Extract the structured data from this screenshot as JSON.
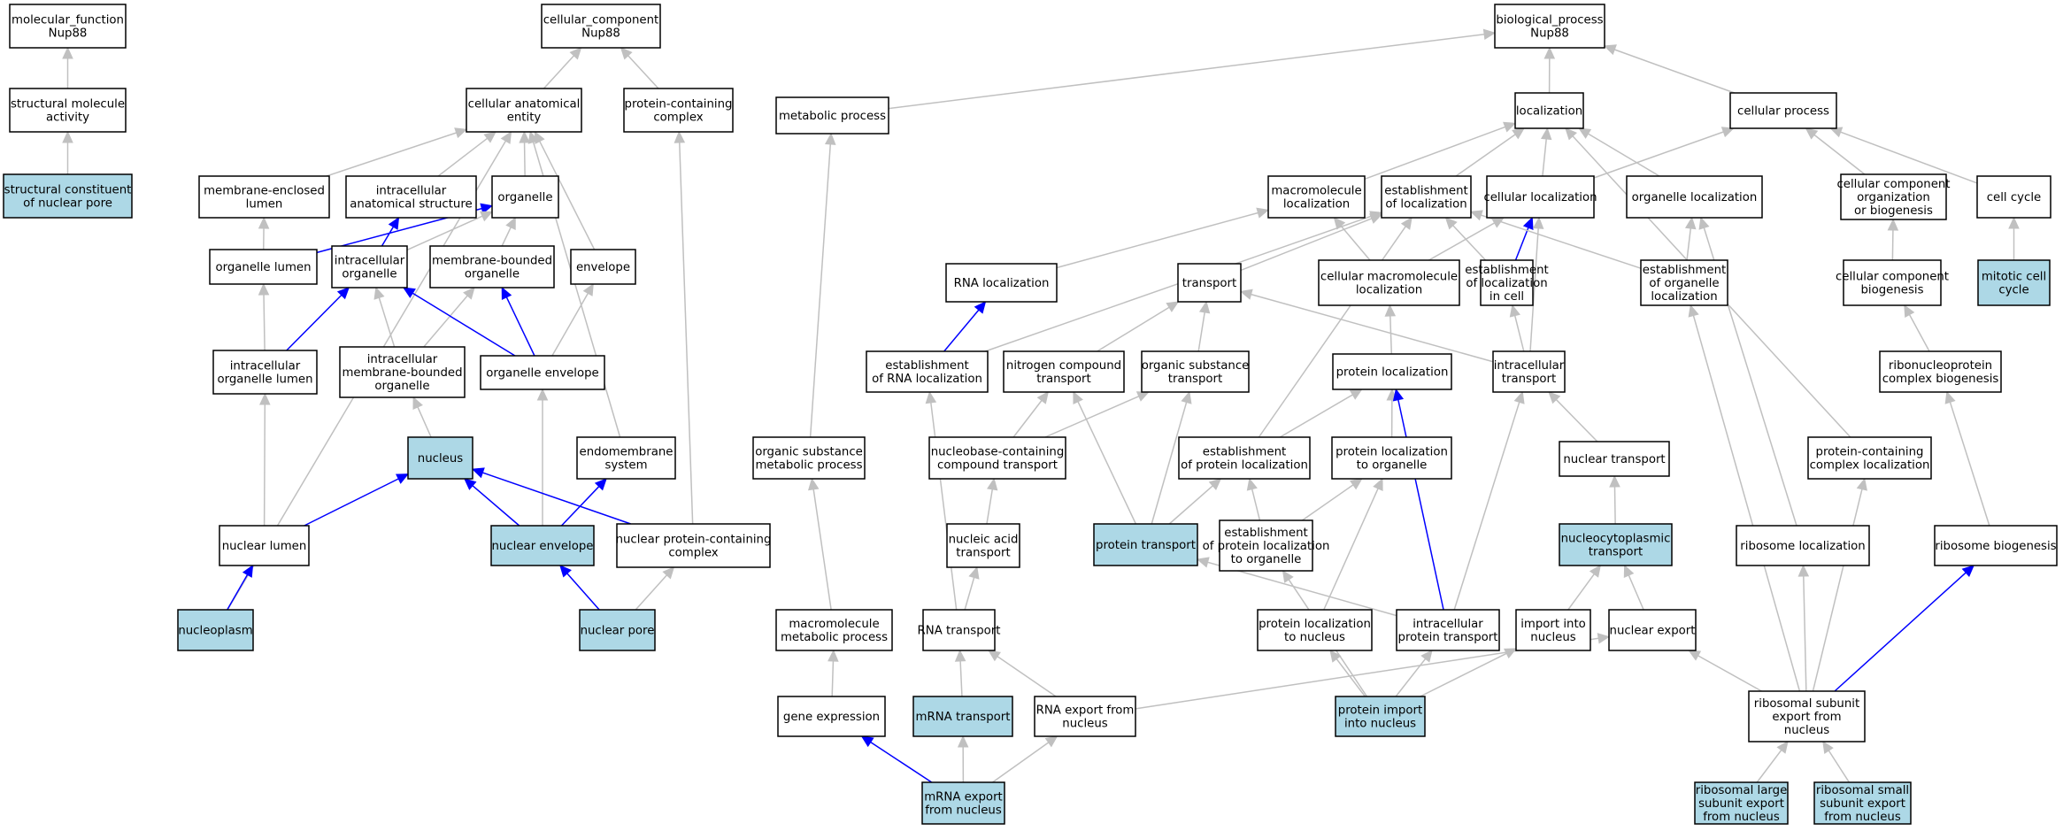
{
  "colors": {
    "default_fill": "#ffffff",
    "highlight_fill": "#add8e6",
    "gray_edge": "#c0c0c0",
    "blue_edge": "#0000ff",
    "border": "#000000"
  },
  "nodes": [
    {
      "id": "mf",
      "lines": [
        "molecular_function",
        "Nup88"
      ]
    },
    {
      "id": "cc",
      "lines": [
        "cellular_component",
        "Nup88"
      ]
    },
    {
      "id": "bp",
      "lines": [
        "biological_process",
        "Nup88"
      ]
    },
    {
      "id": "sma",
      "lines": [
        "structural molecule",
        "activity"
      ]
    },
    {
      "id": "scnp",
      "lines": [
        "structural constituent",
        "of nuclear pore"
      ],
      "hl": true
    },
    {
      "id": "cae",
      "lines": [
        "cellular anatomical",
        "entity"
      ]
    },
    {
      "id": "pcc",
      "lines": [
        "protein-containing",
        "complex"
      ]
    },
    {
      "id": "mp",
      "lines": [
        "metabolic process"
      ]
    },
    {
      "id": "loc",
      "lines": [
        "localization"
      ]
    },
    {
      "id": "cp",
      "lines": [
        "cellular process"
      ]
    },
    {
      "id": "mel",
      "lines": [
        "membrane-enclosed",
        "lumen"
      ]
    },
    {
      "id": "ias",
      "lines": [
        "intracellular",
        "anatomical structure"
      ]
    },
    {
      "id": "org",
      "lines": [
        "organelle"
      ]
    },
    {
      "id": "ml",
      "lines": [
        "macromolecule",
        "localization"
      ]
    },
    {
      "id": "eloc",
      "lines": [
        "establishment",
        "of localization"
      ]
    },
    {
      "id": "cl",
      "lines": [
        "cellular localization"
      ]
    },
    {
      "id": "ol",
      "lines": [
        "organelle localization"
      ]
    },
    {
      "id": "ccob",
      "lines": [
        "cellular component",
        "organization",
        "or biogenesis"
      ]
    },
    {
      "id": "cc2",
      "lines": [
        "cell cycle"
      ]
    },
    {
      "id": "olum",
      "lines": [
        "organelle lumen"
      ]
    },
    {
      "id": "io",
      "lines": [
        "intracellular",
        "organelle"
      ]
    },
    {
      "id": "mbo",
      "lines": [
        "membrane-bounded",
        "organelle"
      ]
    },
    {
      "id": "env",
      "lines": [
        "envelope"
      ]
    },
    {
      "id": "rnal",
      "lines": [
        "RNA localization"
      ]
    },
    {
      "id": "trans",
      "lines": [
        "transport"
      ]
    },
    {
      "id": "cml",
      "lines": [
        "cellular macromolecule",
        "localization"
      ]
    },
    {
      "id": "elic",
      "lines": [
        "establishment",
        "of localization",
        "in cell"
      ]
    },
    {
      "id": "eol",
      "lines": [
        "establishment",
        "of organelle",
        "localization"
      ]
    },
    {
      "id": "ccb",
      "lines": [
        "cellular component",
        "biogenesis"
      ]
    },
    {
      "id": "mcc",
      "lines": [
        "mitotic cell",
        "cycle"
      ],
      "hl": true
    },
    {
      "id": "iol",
      "lines": [
        "intracellular",
        "organelle lumen"
      ]
    },
    {
      "id": "imbo",
      "lines": [
        "intracellular",
        "membrane-bounded",
        "organelle"
      ]
    },
    {
      "id": "oenv",
      "lines": [
        "organelle envelope"
      ]
    },
    {
      "id": "erl",
      "lines": [
        "establishment",
        "of RNA localization"
      ]
    },
    {
      "id": "nct",
      "lines": [
        "nitrogen compound",
        "transport"
      ]
    },
    {
      "id": "ost",
      "lines": [
        "organic substance",
        "transport"
      ]
    },
    {
      "id": "pl",
      "lines": [
        "protein localization"
      ]
    },
    {
      "id": "it",
      "lines": [
        "intracellular",
        "transport"
      ]
    },
    {
      "id": "rcb",
      "lines": [
        "ribonucleoprotein",
        "complex biogenesis"
      ]
    },
    {
      "id": "nuc",
      "lines": [
        "nucleus"
      ],
      "hl": true
    },
    {
      "id": "ems",
      "lines": [
        "endomembrane",
        "system"
      ]
    },
    {
      "id": "osmp",
      "lines": [
        "organic substance",
        "metabolic process"
      ]
    },
    {
      "id": "nbct",
      "lines": [
        "nucleobase-containing",
        "compound transport"
      ]
    },
    {
      "id": "epl",
      "lines": [
        "establishment",
        "of protein localization"
      ]
    },
    {
      "id": "plo",
      "lines": [
        "protein localization",
        "to organelle"
      ]
    },
    {
      "id": "nt",
      "lines": [
        "nuclear transport"
      ]
    },
    {
      "id": "pccl",
      "lines": [
        "protein-containing",
        "complex localization"
      ]
    },
    {
      "id": "nlum",
      "lines": [
        "nuclear lumen"
      ]
    },
    {
      "id": "nenv",
      "lines": [
        "nuclear envelope"
      ],
      "hl": true
    },
    {
      "id": "npcc",
      "lines": [
        "nuclear protein-containing",
        "complex"
      ]
    },
    {
      "id": "nat",
      "lines": [
        "nucleic acid",
        "transport"
      ]
    },
    {
      "id": "pt",
      "lines": [
        "protein transport"
      ],
      "hl": true
    },
    {
      "id": "eplo",
      "lines": [
        "establishment",
        "of protein localization",
        "to organelle"
      ]
    },
    {
      "id": "nct2",
      "lines": [
        "nucleocytoplasmic",
        "transport"
      ],
      "hl": true
    },
    {
      "id": "rl",
      "lines": [
        "ribosome localization"
      ]
    },
    {
      "id": "rb",
      "lines": [
        "ribosome biogenesis"
      ]
    },
    {
      "id": "nplasm",
      "lines": [
        "nucleoplasm"
      ],
      "hl": true
    },
    {
      "id": "npore",
      "lines": [
        "nuclear pore"
      ],
      "hl": true
    },
    {
      "id": "mmp",
      "lines": [
        "macromolecule",
        "metabolic process"
      ]
    },
    {
      "id": "rnat",
      "lines": [
        "RNA transport"
      ]
    },
    {
      "id": "pln",
      "lines": [
        "protein localization",
        "to nucleus"
      ]
    },
    {
      "id": "ipt",
      "lines": [
        "intracellular",
        "protein transport"
      ]
    },
    {
      "id": "imn",
      "lines": [
        "import into",
        "nucleus"
      ]
    },
    {
      "id": "ne",
      "lines": [
        "nuclear export"
      ]
    },
    {
      "id": "ge",
      "lines": [
        "gene expression"
      ]
    },
    {
      "id": "mrnat",
      "lines": [
        "mRNA transport"
      ],
      "hl": true
    },
    {
      "id": "rnaexp",
      "lines": [
        "RNA export from",
        "nucleus"
      ]
    },
    {
      "id": "pin",
      "lines": [
        "protein import",
        "into nucleus"
      ],
      "hl": true
    },
    {
      "id": "rsex",
      "lines": [
        "ribosomal subunit",
        "export from",
        "nucleus"
      ]
    },
    {
      "id": "mrnaexp",
      "lines": [
        "mRNA export",
        "from nucleus"
      ],
      "hl": true
    },
    {
      "id": "rlsex",
      "lines": [
        "ribosomal large",
        "subunit export",
        "from nucleus"
      ],
      "hl": true
    },
    {
      "id": "rssex",
      "lines": [
        "ribosomal small",
        "subunit export",
        "from nucleus"
      ],
      "hl": true
    }
  ],
  "edges": [
    {
      "from": "sma",
      "to": "mf"
    },
    {
      "from": "scnp",
      "to": "sma"
    },
    {
      "from": "cae",
      "to": "cc"
    },
    {
      "from": "pcc",
      "to": "cc"
    },
    {
      "from": "mp",
      "to": "bp"
    },
    {
      "from": "loc",
      "to": "bp"
    },
    {
      "from": "cp",
      "to": "bp"
    },
    {
      "from": "mel",
      "to": "cae"
    },
    {
      "from": "ias",
      "to": "cae"
    },
    {
      "from": "org",
      "to": "cae"
    },
    {
      "from": "env",
      "to": "cae"
    },
    {
      "from": "ems",
      "to": "cae"
    },
    {
      "from": "nplasm",
      "to": "cae"
    },
    {
      "from": "olum",
      "to": "mel"
    },
    {
      "from": "olum",
      "to": "org",
      "blue": true
    },
    {
      "from": "io",
      "to": "ias",
      "blue": true
    },
    {
      "from": "io",
      "to": "org"
    },
    {
      "from": "mbo",
      "to": "org"
    },
    {
      "from": "iol",
      "to": "olum"
    },
    {
      "from": "iol",
      "to": "io",
      "blue": true
    },
    {
      "from": "imbo",
      "to": "io"
    },
    {
      "from": "imbo",
      "to": "mbo"
    },
    {
      "from": "oenv",
      "to": "io",
      "blue": true
    },
    {
      "from": "oenv",
      "to": "mbo",
      "blue": true
    },
    {
      "from": "oenv",
      "to": "env"
    },
    {
      "from": "nuc",
      "to": "imbo"
    },
    {
      "from": "nlum",
      "to": "iol"
    },
    {
      "from": "nlum",
      "to": "nuc",
      "blue": true
    },
    {
      "from": "nenv",
      "to": "nuc",
      "blue": true
    },
    {
      "from": "nenv",
      "to": "oenv"
    },
    {
      "from": "nenv",
      "to": "ems",
      "blue": true
    },
    {
      "from": "npcc",
      "to": "nuc",
      "blue": true
    },
    {
      "from": "npcc",
      "to": "pcc"
    },
    {
      "from": "nplasm",
      "to": "nlum",
      "blue": true
    },
    {
      "from": "npore",
      "to": "nenv",
      "blue": true
    },
    {
      "from": "npore",
      "to": "npcc"
    },
    {
      "from": "ml",
      "to": "loc"
    },
    {
      "from": "eloc",
      "to": "loc"
    },
    {
      "from": "cl",
      "to": "loc"
    },
    {
      "from": "ol",
      "to": "loc"
    },
    {
      "from": "pccl",
      "to": "loc"
    },
    {
      "from": "cl",
      "to": "cp"
    },
    {
      "from": "ccob",
      "to": "cp"
    },
    {
      "from": "cc2",
      "to": "cp"
    },
    {
      "from": "mcc",
      "to": "cc2"
    },
    {
      "from": "ccb",
      "to": "ccob"
    },
    {
      "from": "rcb",
      "to": "ccb"
    },
    {
      "from": "rb",
      "to": "rcb"
    },
    {
      "from": "rnal",
      "to": "ml"
    },
    {
      "from": "cml",
      "to": "ml"
    },
    {
      "from": "cml",
      "to": "cl"
    },
    {
      "from": "trans",
      "to": "eloc"
    },
    {
      "from": "elic",
      "to": "eloc"
    },
    {
      "from": "elic",
      "to": "cl",
      "blue": true
    },
    {
      "from": "eol",
      "to": "eloc"
    },
    {
      "from": "eol",
      "to": "ol"
    },
    {
      "from": "erl",
      "to": "rnal",
      "blue": true
    },
    {
      "from": "erl",
      "to": "eloc"
    },
    {
      "from": "nct",
      "to": "trans"
    },
    {
      "from": "ost",
      "to": "trans"
    },
    {
      "from": "pl",
      "to": "cml"
    },
    {
      "from": "it",
      "to": "elic"
    },
    {
      "from": "it",
      "to": "trans"
    },
    {
      "from": "it",
      "to": "cl"
    },
    {
      "from": "epl",
      "to": "eloc"
    },
    {
      "from": "epl",
      "to": "pl"
    },
    {
      "from": "plo",
      "to": "pl"
    },
    {
      "from": "nbct",
      "to": "nct"
    },
    {
      "from": "nbct",
      "to": "ost"
    },
    {
      "from": "nat",
      "to": "nbct"
    },
    {
      "from": "rnat",
      "to": "nat"
    },
    {
      "from": "rnat",
      "to": "erl"
    },
    {
      "from": "nt",
      "to": "it"
    },
    {
      "from": "nct2",
      "to": "nt"
    },
    {
      "from": "pt",
      "to": "nct"
    },
    {
      "from": "pt",
      "to": "ost"
    },
    {
      "from": "pt",
      "to": "epl"
    },
    {
      "from": "eplo",
      "to": "epl"
    },
    {
      "from": "eplo",
      "to": "plo"
    },
    {
      "from": "ipt",
      "to": "pt"
    },
    {
      "from": "ipt",
      "to": "it"
    },
    {
      "from": "ipt",
      "to": "pl",
      "blue": true
    },
    {
      "from": "imn",
      "to": "nct2"
    },
    {
      "from": "ne",
      "to": "nct2"
    },
    {
      "from": "pln",
      "to": "plo"
    },
    {
      "from": "pin",
      "to": "pln"
    },
    {
      "from": "pin",
      "to": "ipt"
    },
    {
      "from": "pin",
      "to": "imn"
    },
    {
      "from": "pin",
      "to": "eplo"
    },
    {
      "from": "osmp",
      "to": "mp"
    },
    {
      "from": "mmp",
      "to": "osmp"
    },
    {
      "from": "ge",
      "to": "mmp"
    },
    {
      "from": "mrnat",
      "to": "rnat"
    },
    {
      "from": "rnaexp",
      "to": "rnat"
    },
    {
      "from": "rnaexp",
      "to": "ne"
    },
    {
      "from": "mrnaexp",
      "to": "mrnat"
    },
    {
      "from": "mrnaexp",
      "to": "rnaexp"
    },
    {
      "from": "mrnaexp",
      "to": "ge",
      "blue": true
    },
    {
      "from": "rsex",
      "to": "ne"
    },
    {
      "from": "rsex",
      "to": "rl"
    },
    {
      "from": "rsex",
      "to": "pccl"
    },
    {
      "from": "rsex",
      "to": "eol"
    },
    {
      "from": "rsex",
      "to": "rb",
      "blue": true
    },
    {
      "from": "rl",
      "to": "ol"
    },
    {
      "from": "rlsex",
      "to": "rsex"
    },
    {
      "from": "rssex",
      "to": "rsex"
    }
  ]
}
